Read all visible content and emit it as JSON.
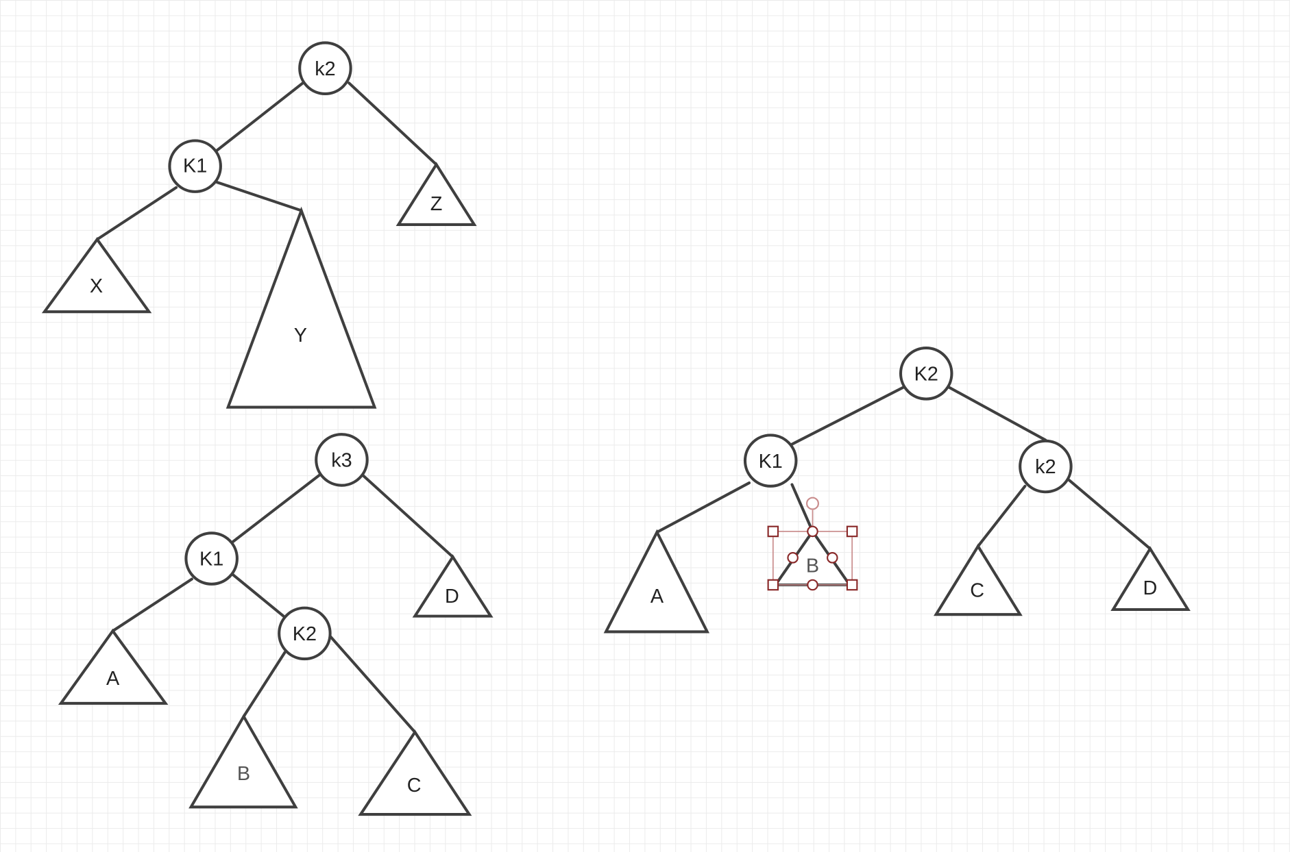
{
  "diagram": {
    "tree_top_left": {
      "root": "k2",
      "left_child": "K1",
      "subtree_x": "X",
      "subtree_y": "Y",
      "subtree_z": "Z"
    },
    "tree_bottom_left": {
      "root": "k3",
      "left_child": "K1",
      "inner_node": "K2",
      "subtree_a": "A",
      "subtree_b": "B",
      "subtree_c": "C",
      "subtree_d": "D"
    },
    "tree_right": {
      "root": "K2",
      "left_child": "K1",
      "right_child": "k2",
      "subtree_a": "A",
      "subtree_b": "B",
      "subtree_c": "C",
      "subtree_d": "D"
    },
    "selected_shape": "B"
  }
}
